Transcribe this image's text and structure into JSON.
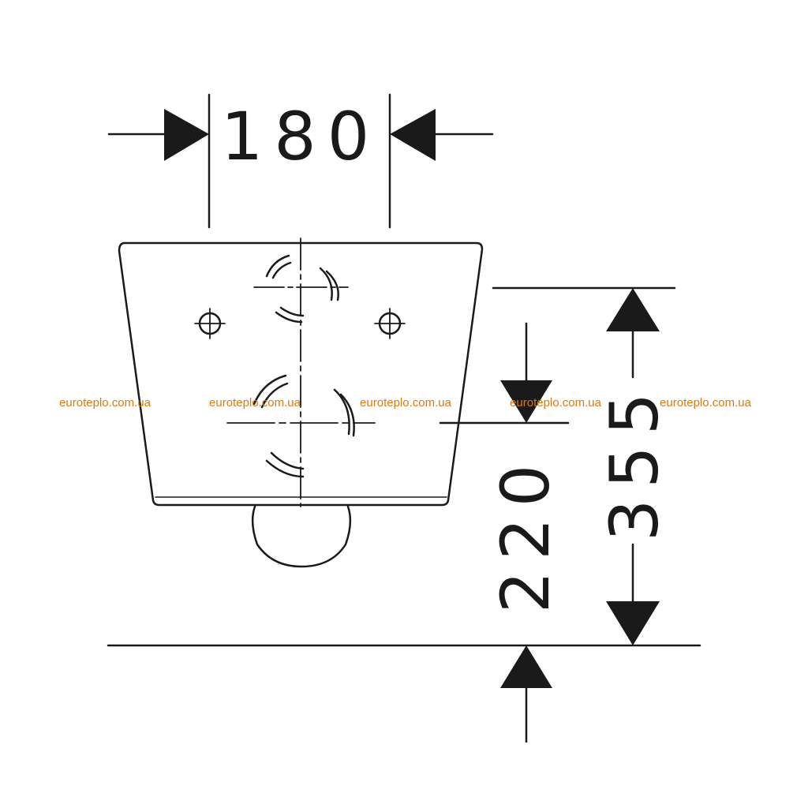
{
  "drawing": {
    "width_label": "180",
    "fixing_height_label": "220",
    "total_height_label": "355"
  },
  "watermarks": [
    "euroteplo.com.ua",
    "euroteplo.com.ua",
    "euroteplo.com.ua",
    "euroteplo.com.ua",
    "euroteplo.com.ua"
  ],
  "colors": {
    "line": "#1a1a1a",
    "watermark": "#d77a12",
    "background": "#ffffff"
  }
}
